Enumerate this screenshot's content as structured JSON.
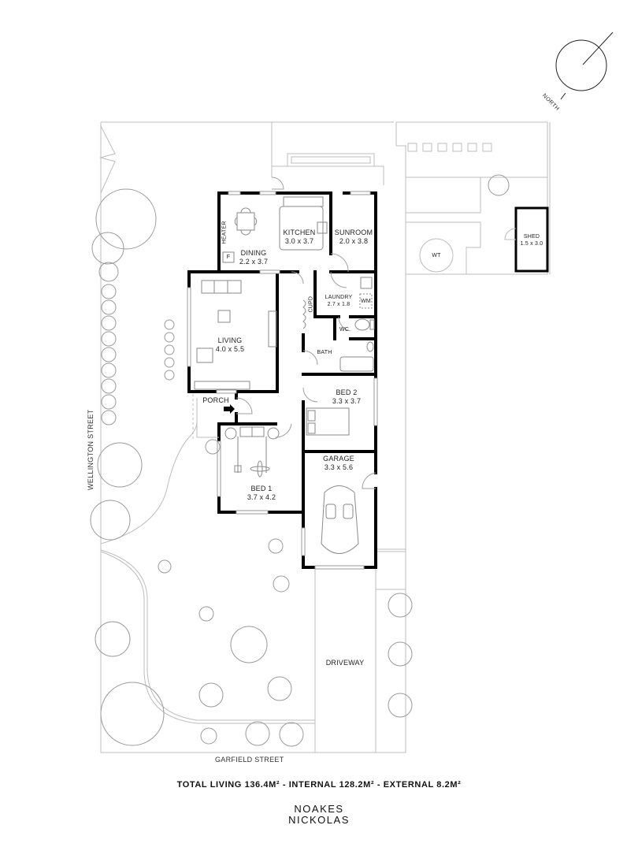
{
  "compass": {
    "label": "NORTH"
  },
  "streets": {
    "left": "WELLINGTON STREET",
    "bottom": "GARFIELD STREET"
  },
  "rooms": {
    "kitchen": {
      "name": "KITCHEN",
      "size": "3.0 x 3.7"
    },
    "sunroom": {
      "name": "SUNROOM",
      "size": "2.0 x 3.8"
    },
    "dining": {
      "name": "DINING",
      "size": "2.2 x 3.7"
    },
    "living": {
      "name": "LIVING",
      "size": "4.0 x 5.5"
    },
    "laundry": {
      "name": "LAUNDRY",
      "size": "2.7 x 1.8"
    },
    "bed2": {
      "name": "BED 2",
      "size": "3.3 x 3.7"
    },
    "garage": {
      "name": "GARAGE",
      "size": "3.3 x 5.6"
    },
    "bed1": {
      "name": "BED 1",
      "size": "3.7 x 4.2"
    },
    "shed": {
      "name": "SHED",
      "size": "1.5 x 3.0"
    },
    "porch": {
      "name": "PORCH"
    },
    "bath": {
      "name": "BATH"
    },
    "wc": {
      "name": "WC"
    },
    "driveway": {
      "name": "DRIVEWAY"
    }
  },
  "fixtures": {
    "heater": "HEATER",
    "fridge": "F",
    "cupboard": "CUPD",
    "washing_machine": "WM",
    "water_tank": "WT"
  },
  "footer": {
    "areas": "TOTAL LIVING 136.4M² - INTERNAL 128.2M² - EXTERNAL 8.2M²",
    "agent_line1": "NOAKES",
    "agent_line2": "NICKOLAS"
  }
}
